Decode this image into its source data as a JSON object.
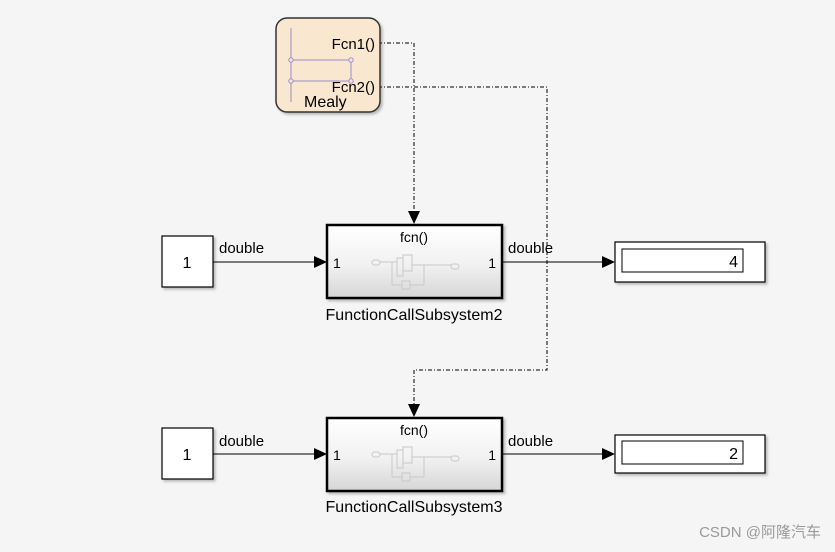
{
  "chart_block": {
    "name": "Mealy",
    "event1": "Fcn1()",
    "event2": "Fcn2()",
    "colors": {
      "fill": "#f9e7cf",
      "border": "#333333"
    }
  },
  "rows": [
    {
      "constant": "1",
      "signal_in": "double",
      "subsystem": {
        "trigger": "fcn()",
        "in_port": "1",
        "out_port": "1",
        "name": "FunctionCallSubsystem2"
      },
      "signal_out": "double",
      "display": "4"
    },
    {
      "constant": "1",
      "signal_in": "double",
      "subsystem": {
        "trigger": "fcn()",
        "in_port": "1",
        "out_port": "1",
        "name": "FunctionCallSubsystem3"
      },
      "signal_out": "double",
      "display": "2"
    }
  ],
  "watermark": "CSDN @阿隆汽车"
}
